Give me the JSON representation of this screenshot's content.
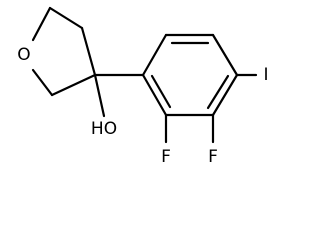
{
  "molecule": {
    "atoms": {
      "oxygen_ring": "O",
      "hydroxyl": "HO",
      "iodine": "I",
      "fluorine_2": "F",
      "fluorine_3": "F"
    }
  }
}
